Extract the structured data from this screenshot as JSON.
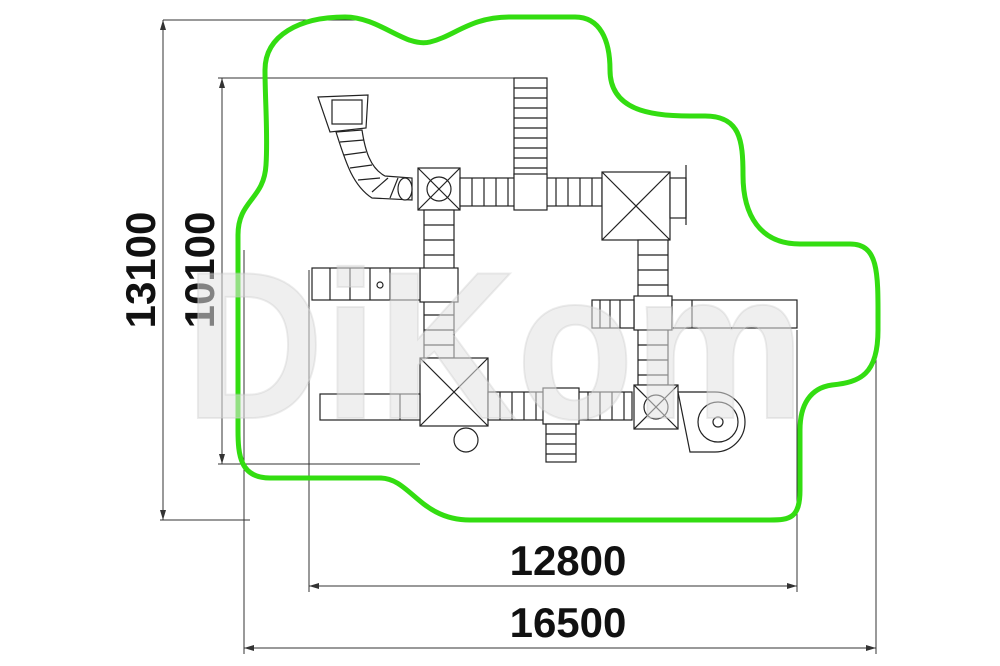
{
  "dimensions": {
    "overall_height": "13100",
    "inner_height": "10100",
    "inner_width": "12800",
    "overall_width": "16500"
  },
  "watermark": {
    "text": "DiKom"
  },
  "colors": {
    "safety_zone": "#33dd11",
    "lines": "#222222",
    "watermark": "#e4e4e4"
  }
}
